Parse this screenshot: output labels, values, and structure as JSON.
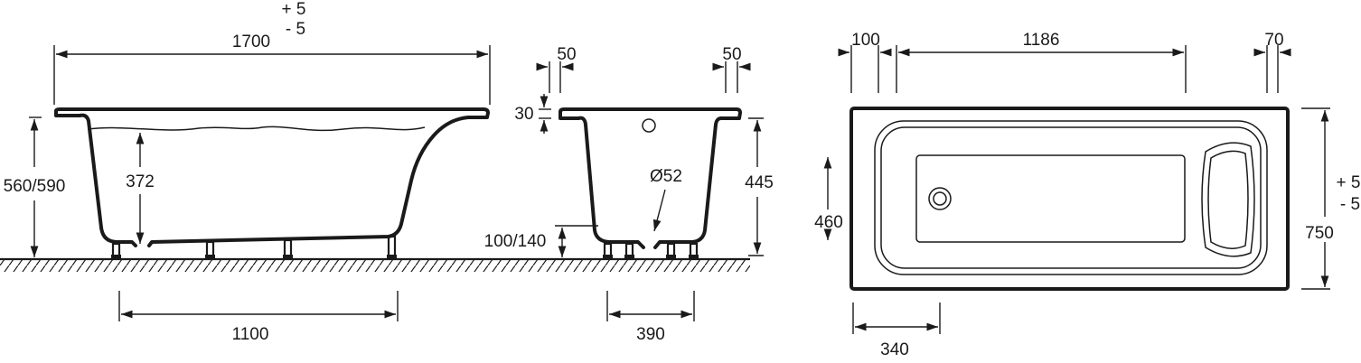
{
  "side_view": {
    "length": "1700",
    "length_tol_plus": "+ 5",
    "length_tol_minus": "- 5",
    "height": "560/590",
    "inner_depth": "372",
    "leg_spacing": "1100"
  },
  "end_view": {
    "rim_left": "50",
    "rim_right": "50",
    "rim_height": "30",
    "depth": "445",
    "drain_diameter": "Ø52",
    "leg_height": "100/140",
    "leg_spacing": "390"
  },
  "top_view": {
    "rim_left": "100",
    "basin_length": "1186",
    "rim_right": "70",
    "basin_width": "460",
    "width": "750",
    "width_tol_plus": "+ 5",
    "width_tol_minus": "- 5",
    "drain_offset": "340"
  }
}
